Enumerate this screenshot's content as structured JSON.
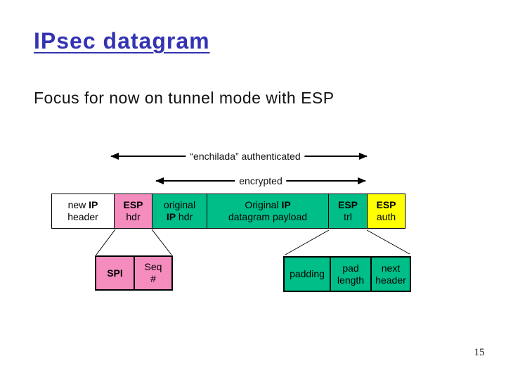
{
  "slide": {
    "title": "IPsec datagram",
    "subtitle": "Focus for now on tunnel mode with ESP",
    "page_number": "15"
  },
  "arrows": {
    "authenticated": "“enchilada” authenticated",
    "encrypted": "encrypted"
  },
  "datagram": {
    "main_fields": [
      {
        "name": "new IP header",
        "l1a": "new ",
        "l1b": "IP",
        "l2": "header",
        "fill": "white"
      },
      {
        "name": "ESP hdr",
        "l1b": "ESP",
        "l2": "hdr",
        "fill": "pink"
      },
      {
        "name": "original IP hdr",
        "l1": "original",
        "l2b": "IP",
        "l2c": " hdr",
        "fill": "green"
      },
      {
        "name": "Original IP datagram payload",
        "l1a": "Original ",
        "l1b": "IP",
        "l2": "datagram payload",
        "fill": "green"
      },
      {
        "name": "ESP trl",
        "l1b": "ESP",
        "l2": "trl",
        "fill": "green"
      },
      {
        "name": "ESP auth",
        "l1b": "ESP",
        "l2": "auth",
        "fill": "yellow"
      }
    ],
    "esp_header_detail": [
      {
        "l1": "SPI"
      },
      {
        "l1": "Seq",
        "l2": "#"
      }
    ],
    "esp_trailer_detail": [
      {
        "l1": "padding"
      },
      {
        "l1": "pad",
        "l2": "length"
      },
      {
        "l1": "next",
        "l2": "header"
      }
    ]
  },
  "colors": {
    "title-blue": "#3333b3",
    "field-pink": "#f58cbe",
    "field-green": "#00be88",
    "field-yellow": "#ffff00",
    "field-white": "#ffffff",
    "line-black": "#000000"
  }
}
